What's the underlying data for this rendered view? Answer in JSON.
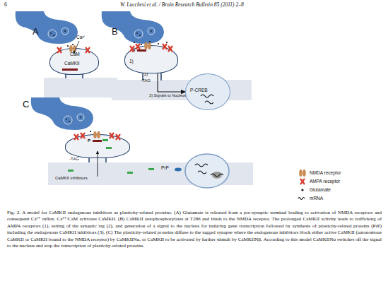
{
  "diagram": {
    "caption": "Fig. 2. A model for CaMKII endogenous inhibitors as plasticity-related proteins. (A) Glutamate is released from a pre-synaptic terminal leading to activation of NMDA receptors and consequent Ca²⁺ influx. Ca²⁺/CaM activates CaMKII. (B) CaMKII autophosphorylates at T286 and binds to the NMDA receptor. The prolonged CaMKII activity leads to trafficking of AMPA receptors (1), setting of the synaptic tag (2), and generation of a signal to the nucleus for inducing gene transcription followed by synthesis of plasticity-related proteins (PrP) including the endogenous CaMKII inhibitors (3). (C) The plasticity-related proteins diffuse to the tagged synapse where the endogenous inhibitors block either active CaMKII (autonomous CaMKII or CaMKII bound to the NMDA receptor) by CaMKIINα, or CaMKII to be activated by further stimuli by CaMKIINβ. According to this model CaMKIINα switches off the signal to the nucleus and stop the transcription of plasticity-related proteins.",
    "nodes": [
      {
        "text": [
          "CaM",
          "CaMKII"
        ]
      },
      {
        "text": [
          "P",
          "1)",
          "2)",
          "-TAG"
        ]
      },
      {
        "text": [
          "P-CREB"
        ]
      },
      {
        "text": [
          "P",
          "-TAG"
        ]
      },
      {
        "text": [
          "PrP",
          "CaMKII inhibitors"
        ]
      }
    ],
    "edges": [
      {
        "from": 1,
        "to": 2,
        "arrow": "to",
        "label": "3) Signals to Nucleus"
      }
    ],
    "labels": [
      "6",
      "W. Lucchesi et al. / Brain Research Bulletin 85 (2011) 2–8",
      "A",
      "Ca²⁺",
      "B",
      "C"
    ],
    "legend": [
      {
        "text": "NMDA receptor"
      },
      {
        "text": "AMPA receptor"
      },
      {
        "text": "Glutamate"
      },
      {
        "text": "mRNA"
      }
    ]
  }
}
